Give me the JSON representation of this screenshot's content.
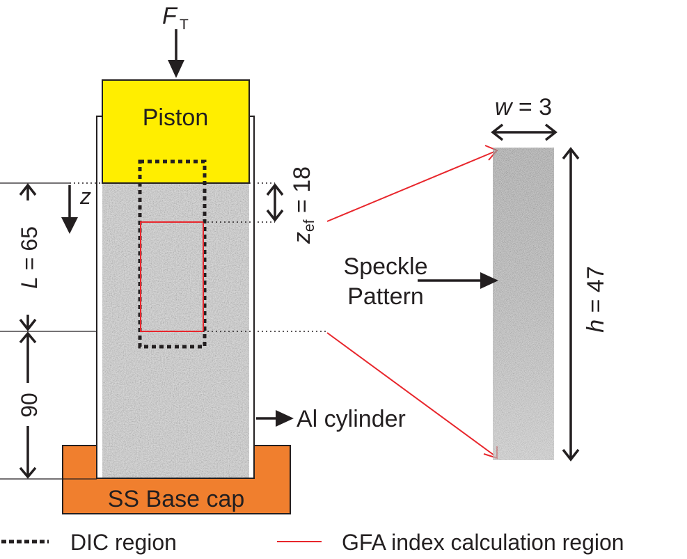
{
  "force": {
    "symbol": "F",
    "subscript": "T"
  },
  "piston_label": "Piston",
  "z_axis_label": "z",
  "z_ef": {
    "symbol": "z",
    "subscript": "ef",
    "value_text": " = 18"
  },
  "dimensions": {
    "L": {
      "symbol": "L",
      "value_text": " = 65"
    },
    "lower": "90",
    "w": {
      "symbol": "w",
      "value_text": " = 3"
    },
    "h": {
      "symbol": "h",
      "value_text": " = 47"
    }
  },
  "speckle_label": {
    "line1": "Speckle",
    "line2": "Pattern"
  },
  "al_cylinder_label": "Al cylinder",
  "base_cap_label": "SS Base cap",
  "legend": {
    "dic_label": "DIC region",
    "gfa_label": "GFA index calculation region"
  },
  "colors": {
    "piston": "#ffee00",
    "base_cap": "#f07f2e",
    "sand": "#a9a9a9",
    "line": "#231f20",
    "gfa_red": "#e8262c"
  }
}
